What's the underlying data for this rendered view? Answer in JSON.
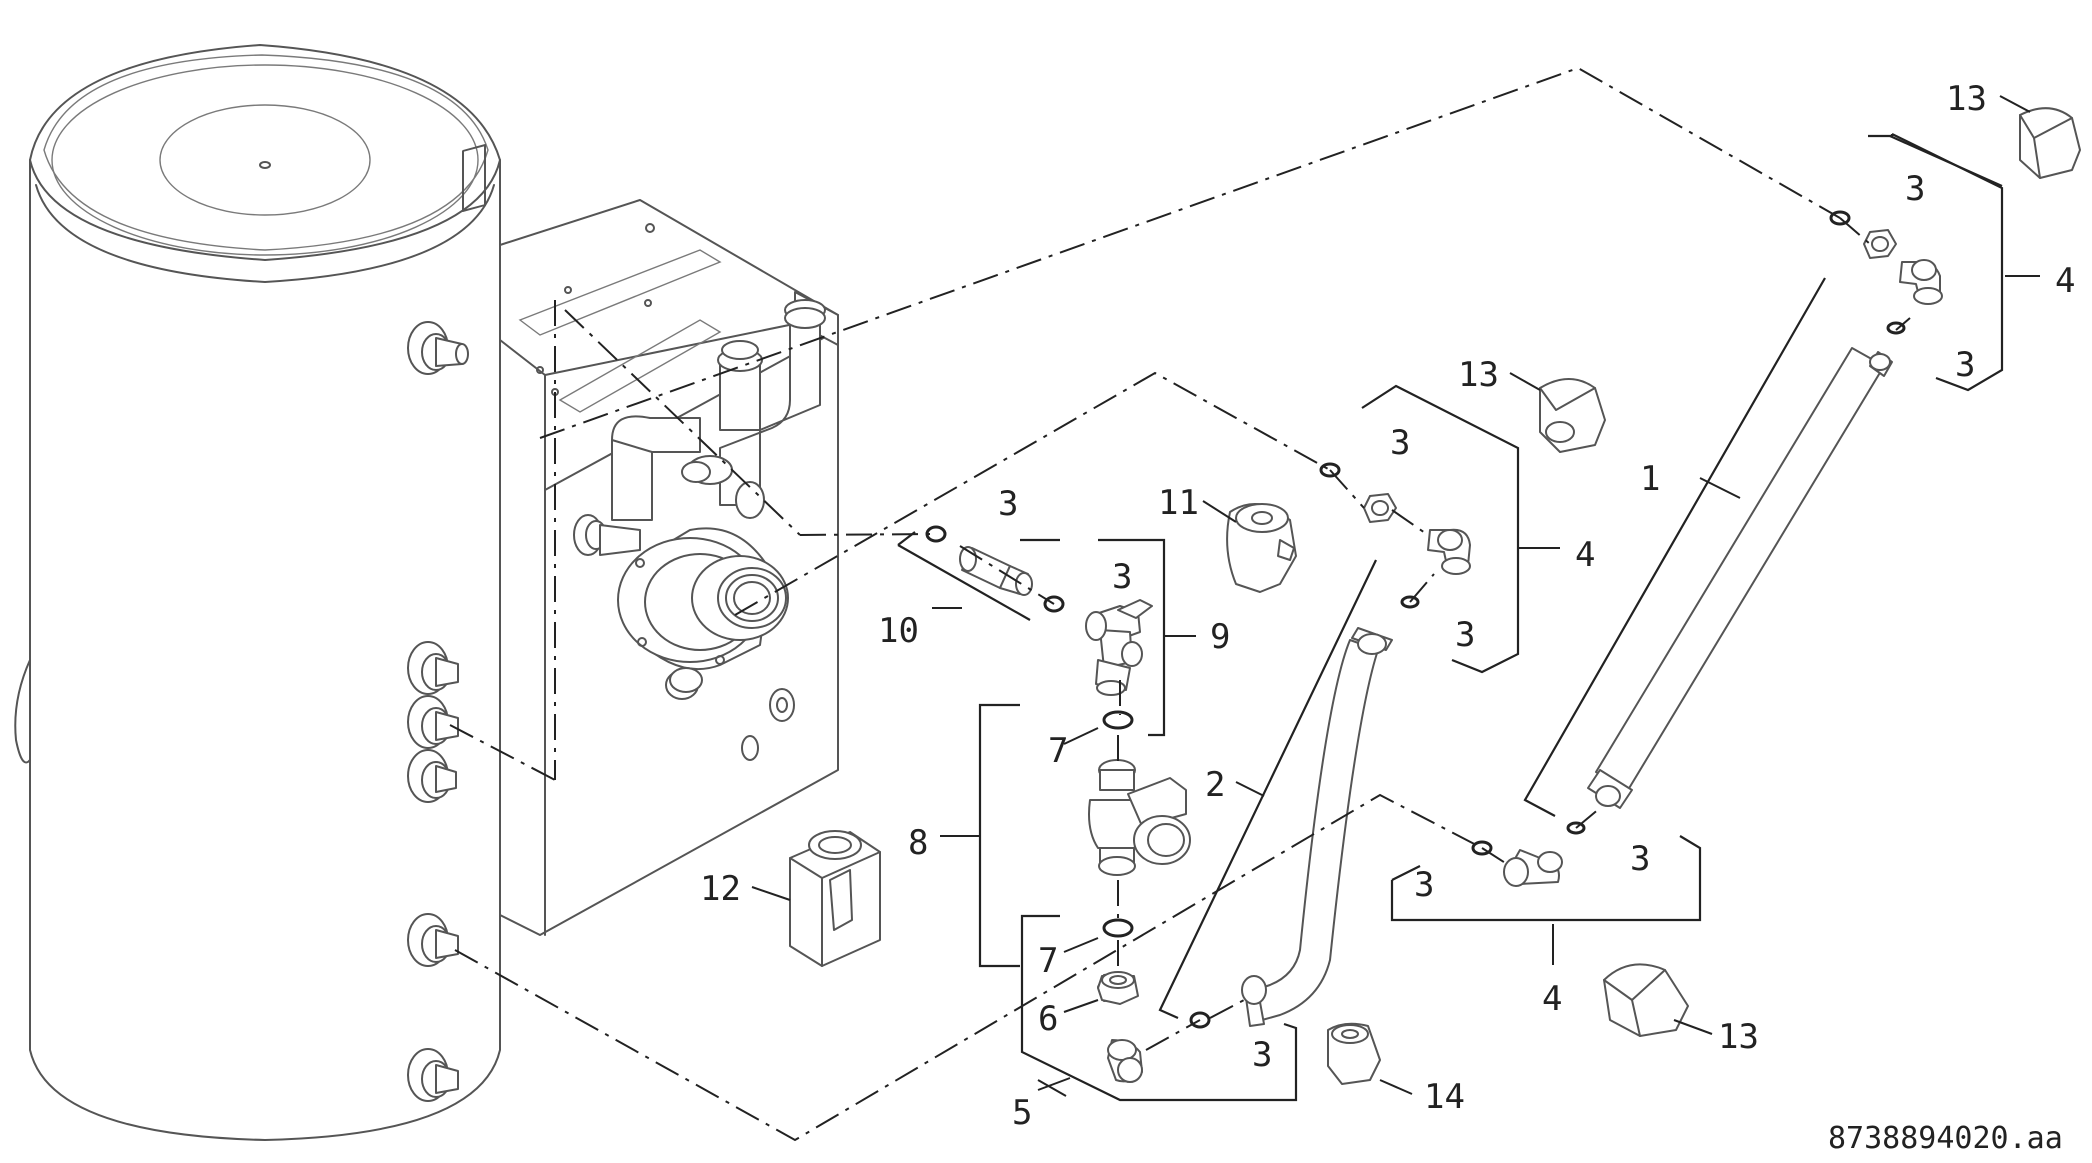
{
  "figure": {
    "document_number": "8738894020.aa",
    "callouts": {
      "c1": "1",
      "c2": "2",
      "c3a": "3",
      "c3b": "3",
      "c3c": "3",
      "c3d": "3",
      "c3e": "3",
      "c3f": "3",
      "c3g": "3",
      "c3h": "3",
      "c3i": "3",
      "c4a": "4",
      "c4b": "4",
      "c4c": "4",
      "c5": "5",
      "c6": "6",
      "c7a": "7",
      "c7b": "7",
      "c8": "8",
      "c9": "9",
      "c10": "10",
      "c11": "11",
      "c12": "12",
      "c13a": "13",
      "c13b": "13",
      "c13c": "13",
      "c14": "14"
    },
    "icons": [
      "storage-tank",
      "boiler-unit",
      "flexible-hose",
      "elbow-fitting",
      "gasket-ring",
      "circulation-pump",
      "ball-valve",
      "nut",
      "insulation-cap"
    ]
  }
}
